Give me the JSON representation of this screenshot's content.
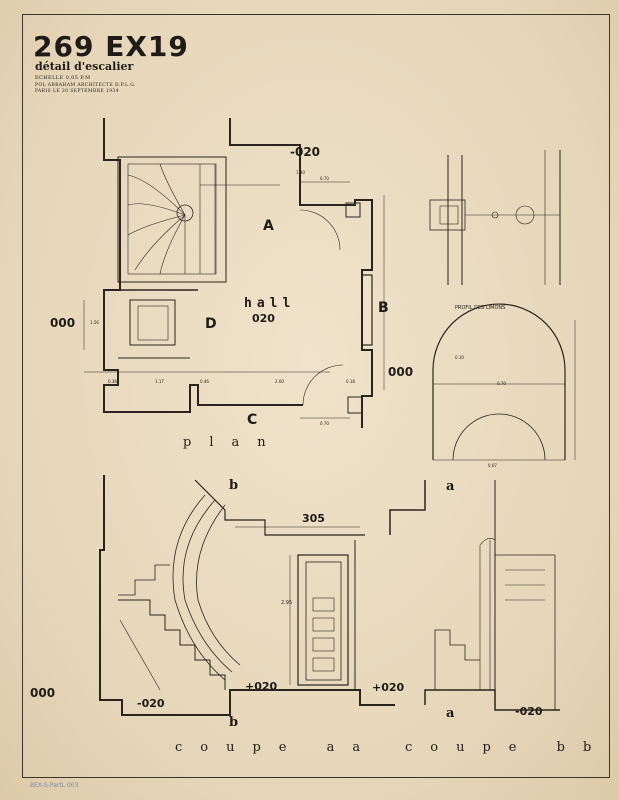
{
  "header": {
    "title": "269 EX19",
    "subtitle": "détail d'escalier",
    "scale": "ECHELLE 0,05 P.M",
    "architect": "POL ABRAHAM ARCHITECTE D.P.L.G.",
    "date_line": "PARIS LE 20 SEPTEMBRE 1934"
  },
  "plan": {
    "levels": [
      "-020",
      "000",
      "000",
      "020"
    ],
    "letters": [
      "A",
      "B",
      "C",
      "D"
    ],
    "hall_label": "hall",
    "caption": "plan",
    "dims": [
      "1.30",
      "0.70",
      "2.60",
      "1.17",
      "0.36",
      "0.46",
      "0.70",
      "0.18",
      "1.56"
    ]
  },
  "profil": {
    "label": "PROFIL DES LIMONS",
    "dims": [
      "0.10",
      "0.70",
      "0.07"
    ]
  },
  "coupe_aa": {
    "letters": [
      "b",
      "b"
    ],
    "levels": [
      "000",
      "-020",
      "+020",
      "+020"
    ],
    "dim_top": "305",
    "dim_side": "2.95",
    "caption": "coupe aa"
  },
  "coupe_bb": {
    "letters": [
      "a",
      "a"
    ],
    "levels": [
      "-020"
    ],
    "caption": "coupe bb"
  },
  "stamp": "BEX-S-PartL 003"
}
